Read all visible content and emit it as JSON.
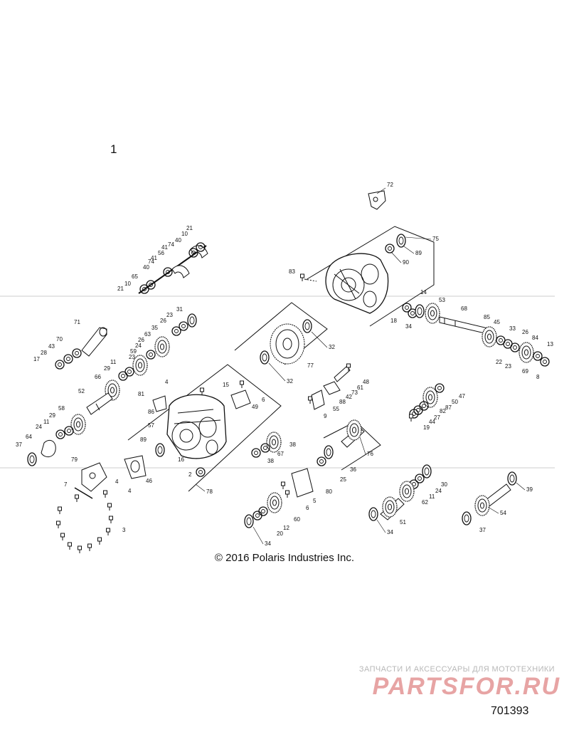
{
  "sheet_number": "1",
  "copyright": "© 2016 Polaris Industries Inc.",
  "watermark": {
    "line": "ЗАПЧАСТИ И АКСЕССУАРЫ ДЛЯ МОТОТЕХНИКИ",
    "logo": "PARTSFOR.RU"
  },
  "diagram_number": "701393",
  "colors": {
    "ink": "#111111",
    "watermark_red": "#e7a4a4",
    "watermark_grey": "#b8b8b8"
  },
  "callouts": {
    "c72": "72",
    "c75": "75",
    "c89": "89",
    "c90": "90",
    "c83": "83",
    "c14": "14",
    "c53": "53",
    "c68": "68",
    "c18": "18",
    "c34": "34",
    "c85": "85",
    "c45": "45",
    "c33": "33",
    "c26": "26",
    "c84": "84",
    "c13": "13",
    "c22": "22",
    "c23": "23",
    "c69": "69",
    "c8": "8",
    "c21": "21",
    "c10": "10",
    "c40": "40",
    "c74": "74",
    "c41": "41",
    "c56": "56",
    "c65": "65",
    "c31": "31",
    "c35": "35",
    "c63": "63",
    "c24": "24",
    "c59": "59",
    "c11": "11",
    "c29": "29",
    "c66": "66",
    "c71": "71",
    "c43": "43",
    "c70": "70",
    "c28": "28",
    "c17": "17",
    "c52": "52",
    "c58": "58",
    "c37": "37",
    "c64": "64",
    "c32": "32",
    "c77": "77",
    "c48": "48",
    "c61": "61",
    "c73": "73",
    "c42": "42",
    "c88": "88",
    "c55": "55",
    "c9": "9",
    "c15": "15",
    "c49": "49",
    "c6": "6",
    "c4": "4",
    "c81": "81",
    "c86": "86",
    "c57": "57",
    "c16": "16",
    "c2": "2",
    "c78": "78",
    "c67": "67",
    "c38": "38",
    "c76": "76",
    "c36": "36",
    "c25": "25",
    "c47": "47",
    "c50": "50",
    "c87": "87",
    "c82": "82",
    "c27": "27",
    "c44": "44",
    "c19": "19",
    "c79": "79",
    "c46": "46",
    "c7": "7",
    "c3": "3",
    "c80": "80",
    "c5": "5",
    "c60": "60",
    "c12": "12",
    "c20": "20",
    "c30": "30",
    "c62": "62",
    "c51": "51",
    "c39": "39",
    "c54": "54"
  }
}
